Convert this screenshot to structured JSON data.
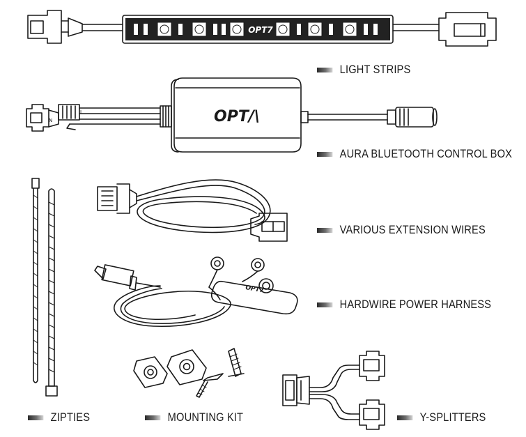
{
  "brand": "OPT7",
  "brand_box": "OPT/\\",
  "brand_switch": "OPT7",
  "labels": {
    "light_strips": "LIGHT STRIPS",
    "control_box": "AURA BLUETOOTH CONTROL BOX",
    "extension_wires": "VARIOUS EXTENSION WIRES",
    "power_harness": "HARDWIRE POWER HARNESS",
    "zipties": "ZIPTIES",
    "mounting_kit": "MOUNTING KIT",
    "y_splitters": "Y-SPLITTERS"
  },
  "colors": {
    "line": "#1a1a1a",
    "bar_dark": "#2a2a2a",
    "bar_light": "#d6d6d6"
  }
}
